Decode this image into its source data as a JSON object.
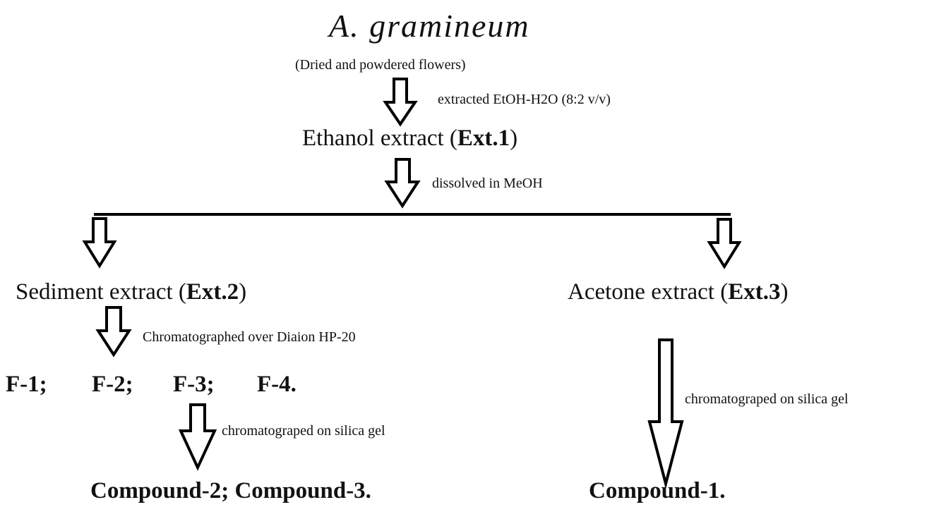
{
  "title": "A. gramineum",
  "source_note": "(Dried and powdered flowers)",
  "step1_label": "extracted EtOH-H2O (8:2 v/v)",
  "ext1": {
    "text": "Ethanol extract (",
    "code": "Ext.1",
    "close": ")"
  },
  "step2_label": "dissolved in MeOH",
  "ext2": {
    "text": "Sediment extract (",
    "code": "Ext.2",
    "close": ")"
  },
  "ext3": {
    "text": "Acetone extract (",
    "code": "Ext.3",
    "close": ")"
  },
  "step3_label": "Chromatographed over Diaion HP-20",
  "fractions": [
    "F-1;",
    "F-2;",
    "F-3;",
    "F-4."
  ],
  "step4_label": "chromatograped on silica gel",
  "step5_label": "chromatograped on silica gel",
  "compounds_left": "Compound-2; Compound-3.",
  "compound_right": "Compound-1."
}
